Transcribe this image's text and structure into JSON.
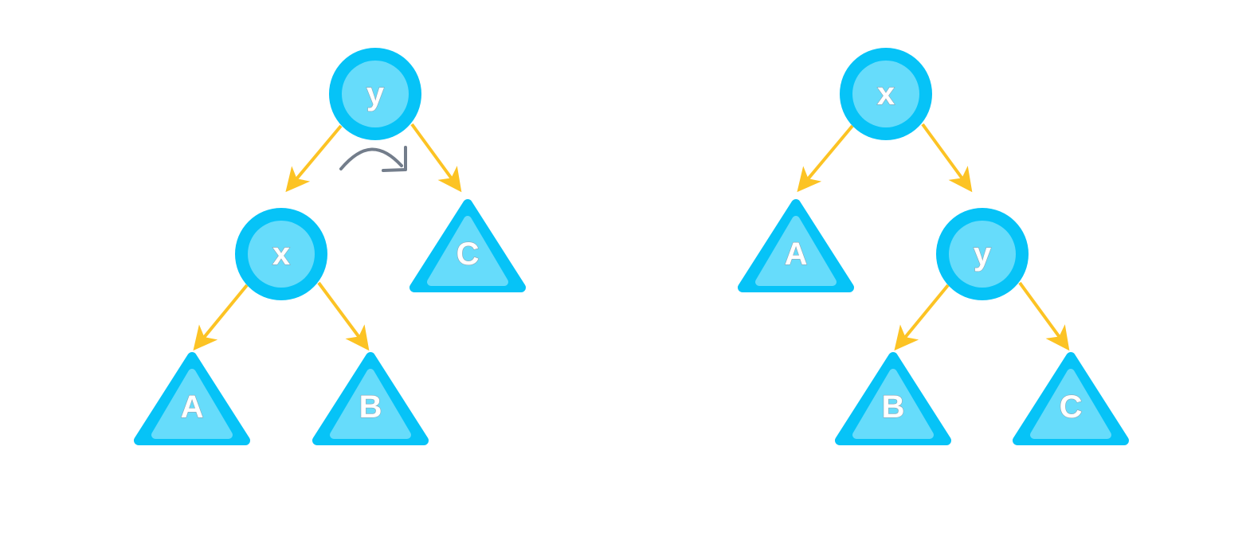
{
  "colors": {
    "node_outer": "#06c3f7",
    "node_inner": "#66dcfb",
    "edge": "#fcc324",
    "rotation_arrow": "#737d8b",
    "background": "#ffffff"
  },
  "diagrams": [
    {
      "id": "before",
      "nodes": [
        {
          "id": "y",
          "kind": "node",
          "label": "y"
        },
        {
          "id": "x",
          "kind": "node",
          "label": "x"
        },
        {
          "id": "A",
          "kind": "subtree",
          "label": "A"
        },
        {
          "id": "B",
          "kind": "subtree",
          "label": "B"
        },
        {
          "id": "C",
          "kind": "subtree",
          "label": "C"
        }
      ],
      "edges": [
        {
          "from": "y",
          "to": "x"
        },
        {
          "from": "y",
          "to": "C"
        },
        {
          "from": "x",
          "to": "A"
        },
        {
          "from": "x",
          "to": "B"
        }
      ],
      "rotation_icon": "clockwise-rotation-arrow-icon"
    },
    {
      "id": "after",
      "nodes": [
        {
          "id": "x",
          "kind": "node",
          "label": "x"
        },
        {
          "id": "y",
          "kind": "node",
          "label": "y"
        },
        {
          "id": "A",
          "kind": "subtree",
          "label": "A"
        },
        {
          "id": "B",
          "kind": "subtree",
          "label": "B"
        },
        {
          "id": "C",
          "kind": "subtree",
          "label": "C"
        }
      ],
      "edges": [
        {
          "from": "x",
          "to": "A"
        },
        {
          "from": "x",
          "to": "y"
        },
        {
          "from": "y",
          "to": "B"
        },
        {
          "from": "y",
          "to": "C"
        }
      ]
    }
  ]
}
